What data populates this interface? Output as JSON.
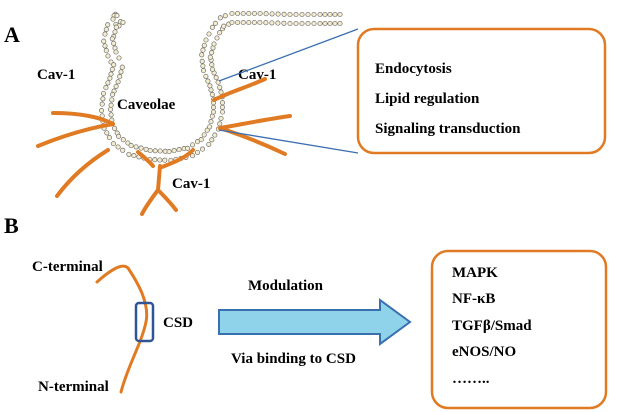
{
  "colors": {
    "protein": "#e07b24",
    "membrane_head": "#f4eccf",
    "membrane_edge": "#707070",
    "callout_line": "#3a6fb0",
    "arrow_fill": "#8fd3ea",
    "arrow_stroke": "#3a6fb0",
    "csd_box": "#2f5597",
    "text": "#000000"
  },
  "panel_a": {
    "letter": "A",
    "caveolae_label": "Caveolae",
    "cav1_left": "Cav-1",
    "cav1_right": "Cav-1",
    "cav1_bottom": "Cav-1",
    "functions": [
      "Endocytosis",
      "Lipid regulation",
      "Signaling transduction"
    ]
  },
  "panel_b": {
    "letter": "B",
    "c_terminal": "C-terminal",
    "n_terminal": "N-terminal",
    "csd": "CSD",
    "arrow_top": "Modulation",
    "arrow_bottom": "Via binding  to CSD",
    "targets": [
      "MAPK",
      "NF-κB",
      "TGFβ/Smad",
      "eNOS/NO",
      "…….."
    ]
  }
}
